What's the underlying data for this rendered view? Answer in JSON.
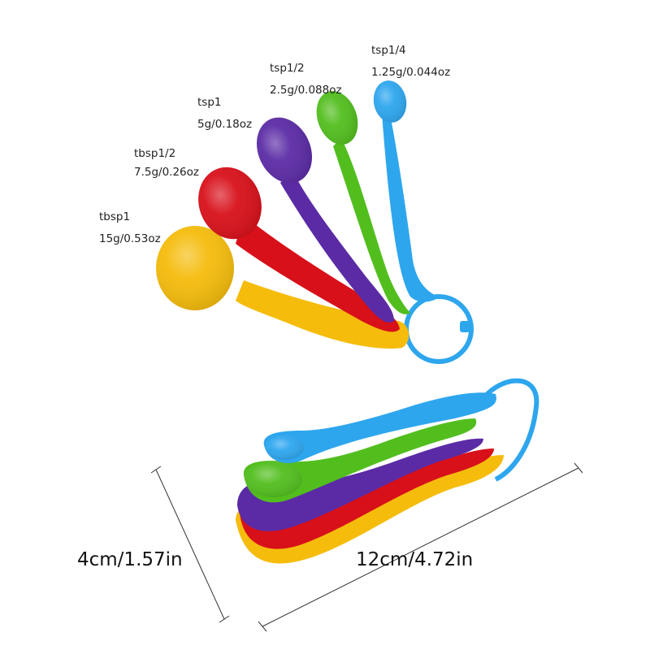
{
  "product": {
    "colors": {
      "yellow": "#F5BC0C",
      "red": "#D8101A",
      "purple": "#5B2BA5",
      "green": "#52BE1E",
      "blue": "#2EA6EE",
      "ring": "#2EA6EE"
    },
    "spoons": [
      {
        "name": "tbsp1",
        "weight": "15g/0.53oz",
        "color": "yellow"
      },
      {
        "name": "tbsp1/2",
        "weight": "7.5g/0.26oz",
        "color": "red"
      },
      {
        "name": "tsp1",
        "weight": "5g/0.18oz",
        "color": "purple"
      },
      {
        "name": "tsp1/2",
        "weight": "2.5g/0.088oz",
        "color": "green"
      },
      {
        "name": "tsp1/4",
        "weight": "1.25g/0.044oz",
        "color": "blue"
      }
    ]
  },
  "dimensions": {
    "height": "4cm/1.57in",
    "length": "12cm/4.72in"
  }
}
